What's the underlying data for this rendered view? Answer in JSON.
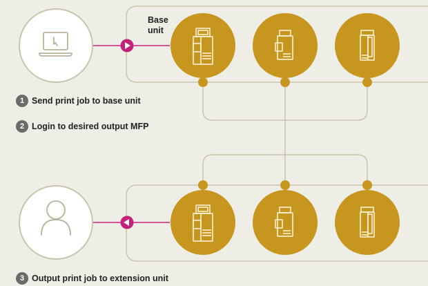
{
  "base_unit": {
    "label_line1": "Base",
    "label_line2": "unit"
  },
  "steps": [
    {
      "number": "1",
      "label": "Send print job to base unit"
    },
    {
      "number": "2",
      "label": "Login to desired output MFP"
    },
    {
      "number": "3",
      "label": "Output print job to extension unit"
    }
  ],
  "nodes": {
    "sender_icon": "laptop-icon",
    "receiver_icon": "user-icon",
    "device_icon": "mfp-printer-icon",
    "send_arrow": "play-arrow-right-icon",
    "output_arrow": "play-arrow-left-icon"
  },
  "colors": {
    "background": "#eeede6",
    "circle_gold": "#c6961e",
    "device_stroke": "#fdf6df",
    "connector": "#c9c4ad",
    "accent_magenta": "#c4217a",
    "node_fill": "#ffffff",
    "node_stroke": "#c9c4ad",
    "step_badge": "#6b6b6b"
  }
}
